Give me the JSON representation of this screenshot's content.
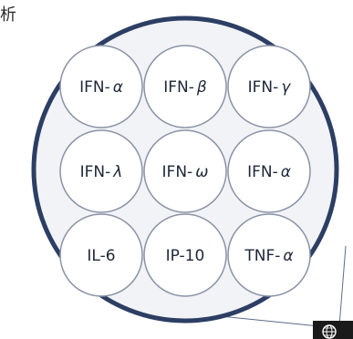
{
  "corner_text": "析",
  "colors": {
    "ring": "#2c3e63",
    "well_fill": "#f2f3f7",
    "cell_stroke": "#8a93a6",
    "cell_fill": "#ffffff",
    "text": "#1f2738",
    "leader_line": "#5a6c8c",
    "badge": "#1a1a1a"
  },
  "grid": {
    "rows": [
      [
        {
          "prefix": "IFN-",
          "symbol": "α"
        },
        {
          "prefix": "IFN-",
          "symbol": "β"
        },
        {
          "prefix": "IFN-",
          "symbol": "γ"
        }
      ],
      [
        {
          "prefix": "IFN-",
          "symbol": "λ"
        },
        {
          "prefix": "IFN-",
          "symbol": "ω"
        },
        {
          "prefix": "IFN-",
          "symbol": "α"
        }
      ],
      [
        {
          "prefix": "IL-6",
          "symbol": ""
        },
        {
          "prefix": "IP-10",
          "symbol": ""
        },
        {
          "prefix": "TNF-",
          "symbol": "α"
        }
      ]
    ]
  },
  "corner_badge_icon": "globe-icon"
}
